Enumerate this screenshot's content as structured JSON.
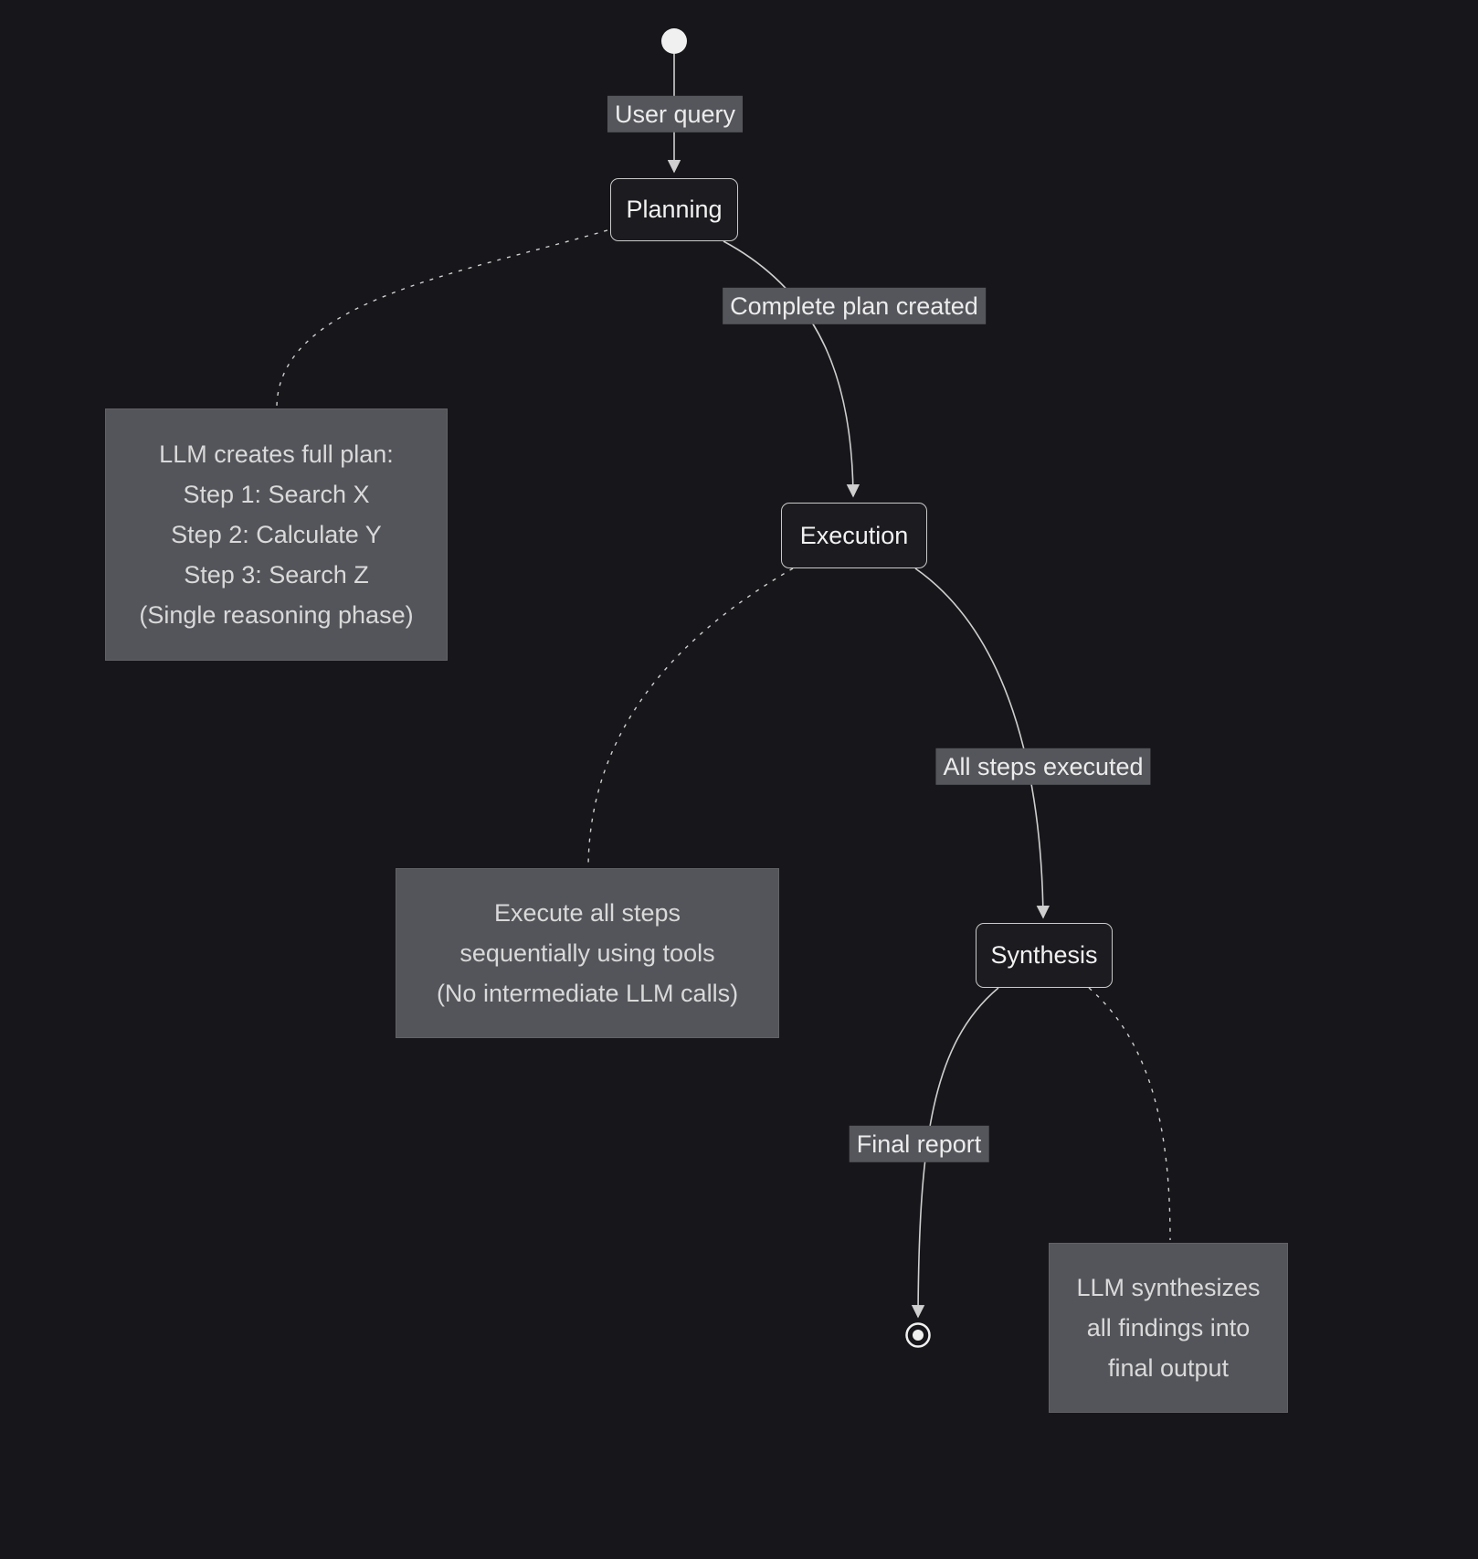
{
  "diagram": {
    "type": "state-diagram",
    "nodes": {
      "planning": {
        "label": "Planning"
      },
      "execution": {
        "label": "Execution"
      },
      "synthesis": {
        "label": "Synthesis"
      }
    },
    "edges": {
      "start_label": "User query",
      "planning_to_execution_label": "Complete plan created",
      "execution_to_synthesis_label": "All steps executed",
      "synthesis_to_end_label": "Final report"
    },
    "notes": {
      "planning_note": {
        "lines": [
          "LLM creates full plan:",
          "Step 1: Search X",
          "Step 2: Calculate Y",
          "Step 3: Search Z",
          "(Single reasoning phase)"
        ]
      },
      "execution_note": {
        "lines": [
          "Execute all steps",
          "sequentially using tools",
          "(No intermediate LLM calls)"
        ]
      },
      "synthesis_note": {
        "lines": [
          "LLM synthesizes",
          "all findings into",
          "final output"
        ]
      }
    },
    "colors": {
      "background": "#17171b",
      "node_fill": "#1b1b20",
      "node_border": "#c9c9c9",
      "node_text": "#f2f2f2",
      "note_fill": "#54555a",
      "note_text": "#d9d9d9",
      "edge_label_bg": "#55565b",
      "edge_label_text": "#ececec",
      "edge_line": "#cfcfcf",
      "start_end_marker": "#f0f0f0"
    }
  }
}
